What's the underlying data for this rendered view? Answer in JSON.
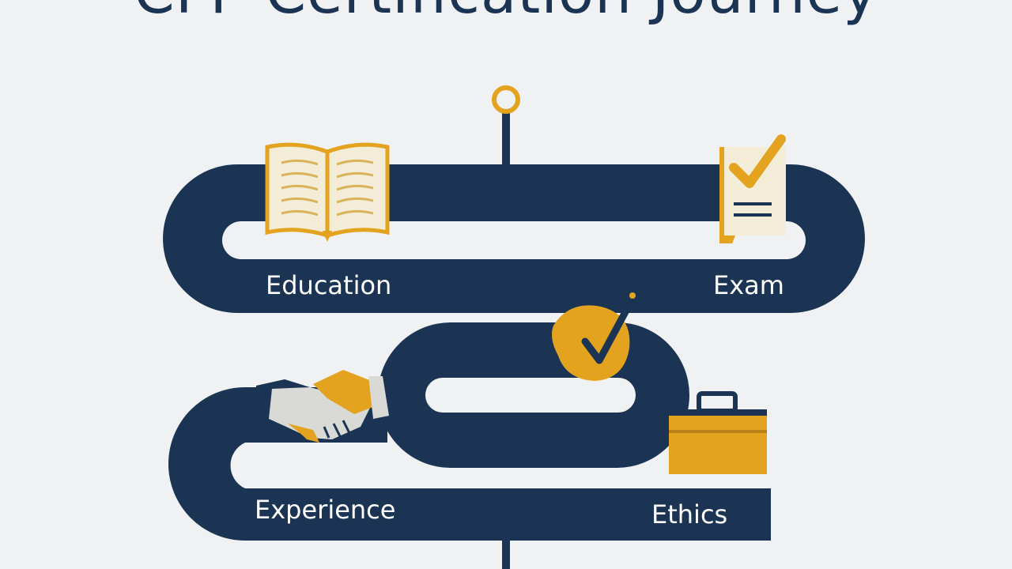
{
  "title": "CFP Certification Journey",
  "stages": {
    "education": "Education",
    "exam": "Exam",
    "experience": "Experience",
    "ethics": "Ethics"
  },
  "colors": {
    "road": "#1c3454",
    "gold": "#e3a31f",
    "paper": "#f3ecd6",
    "background": "#f0f1f2",
    "label_text": "#ffffff"
  },
  "icons": {
    "start": "start-pin-icon",
    "education": "open-book-icon",
    "exam": "checked-document-icon",
    "ethics_badge": "check-badge-icon",
    "experience": "handshake-icon",
    "ethics": "briefcase-icon",
    "end": "end-line-icon"
  }
}
